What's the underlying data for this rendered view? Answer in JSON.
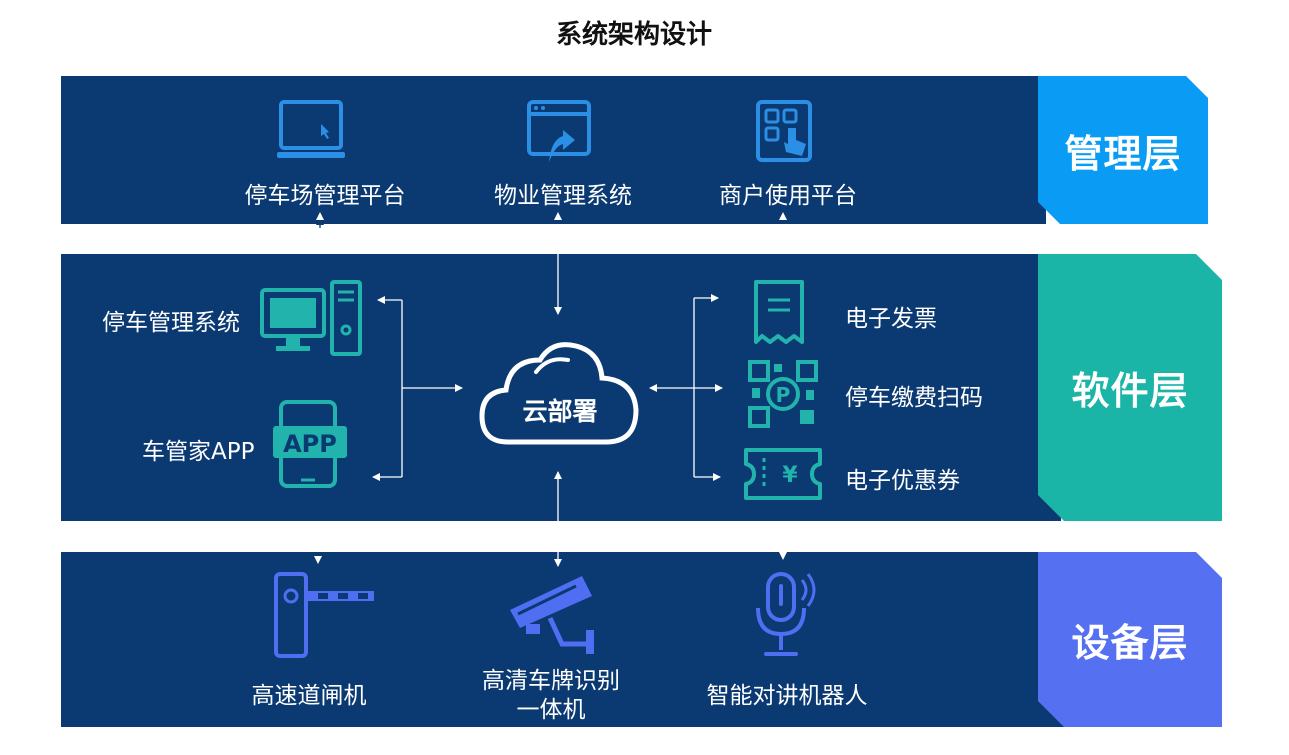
{
  "title": "系统架构设计",
  "layers": {
    "management": {
      "label": "管理层",
      "color": "#0a9cf5",
      "items": [
        "停车场管理平台",
        "物业管理系统",
        "商户使用平台"
      ]
    },
    "software": {
      "label": "软件层",
      "color": "#1bb5a8",
      "left_items": [
        "停车管理系统",
        "车管家APP"
      ],
      "center": "云部署",
      "right_items": [
        "电子发票",
        "停车缴费扫码",
        "电子优惠券"
      ]
    },
    "device": {
      "label": "设备层",
      "color": "#5571f2",
      "items": [
        "高速道闸机",
        "高清车牌识别",
        "一体机",
        "智能对讲机器人"
      ]
    }
  },
  "icons": {
    "monitor": "monitor-icon",
    "browser": "browser-upload-icon",
    "tablet": "tablet-touch-icon",
    "desktop": "desktop-computer-icon",
    "app": "mobile-app-icon",
    "cloud": "cloud-icon",
    "receipt": "receipt-icon",
    "qrcode": "parking-qr-icon",
    "coupon": "coupon-icon",
    "barrier": "barrier-gate-icon",
    "camera": "cctv-camera-icon",
    "mic": "microphone-icon",
    "app_text": "APP",
    "yen": "¥",
    "parking_p": "P"
  },
  "colors": {
    "band": "#0b3a72",
    "mgmt_icon": "#2b8fe6",
    "soft_icon": "#22b3ac",
    "dev_icon": "#4f6ef2"
  }
}
